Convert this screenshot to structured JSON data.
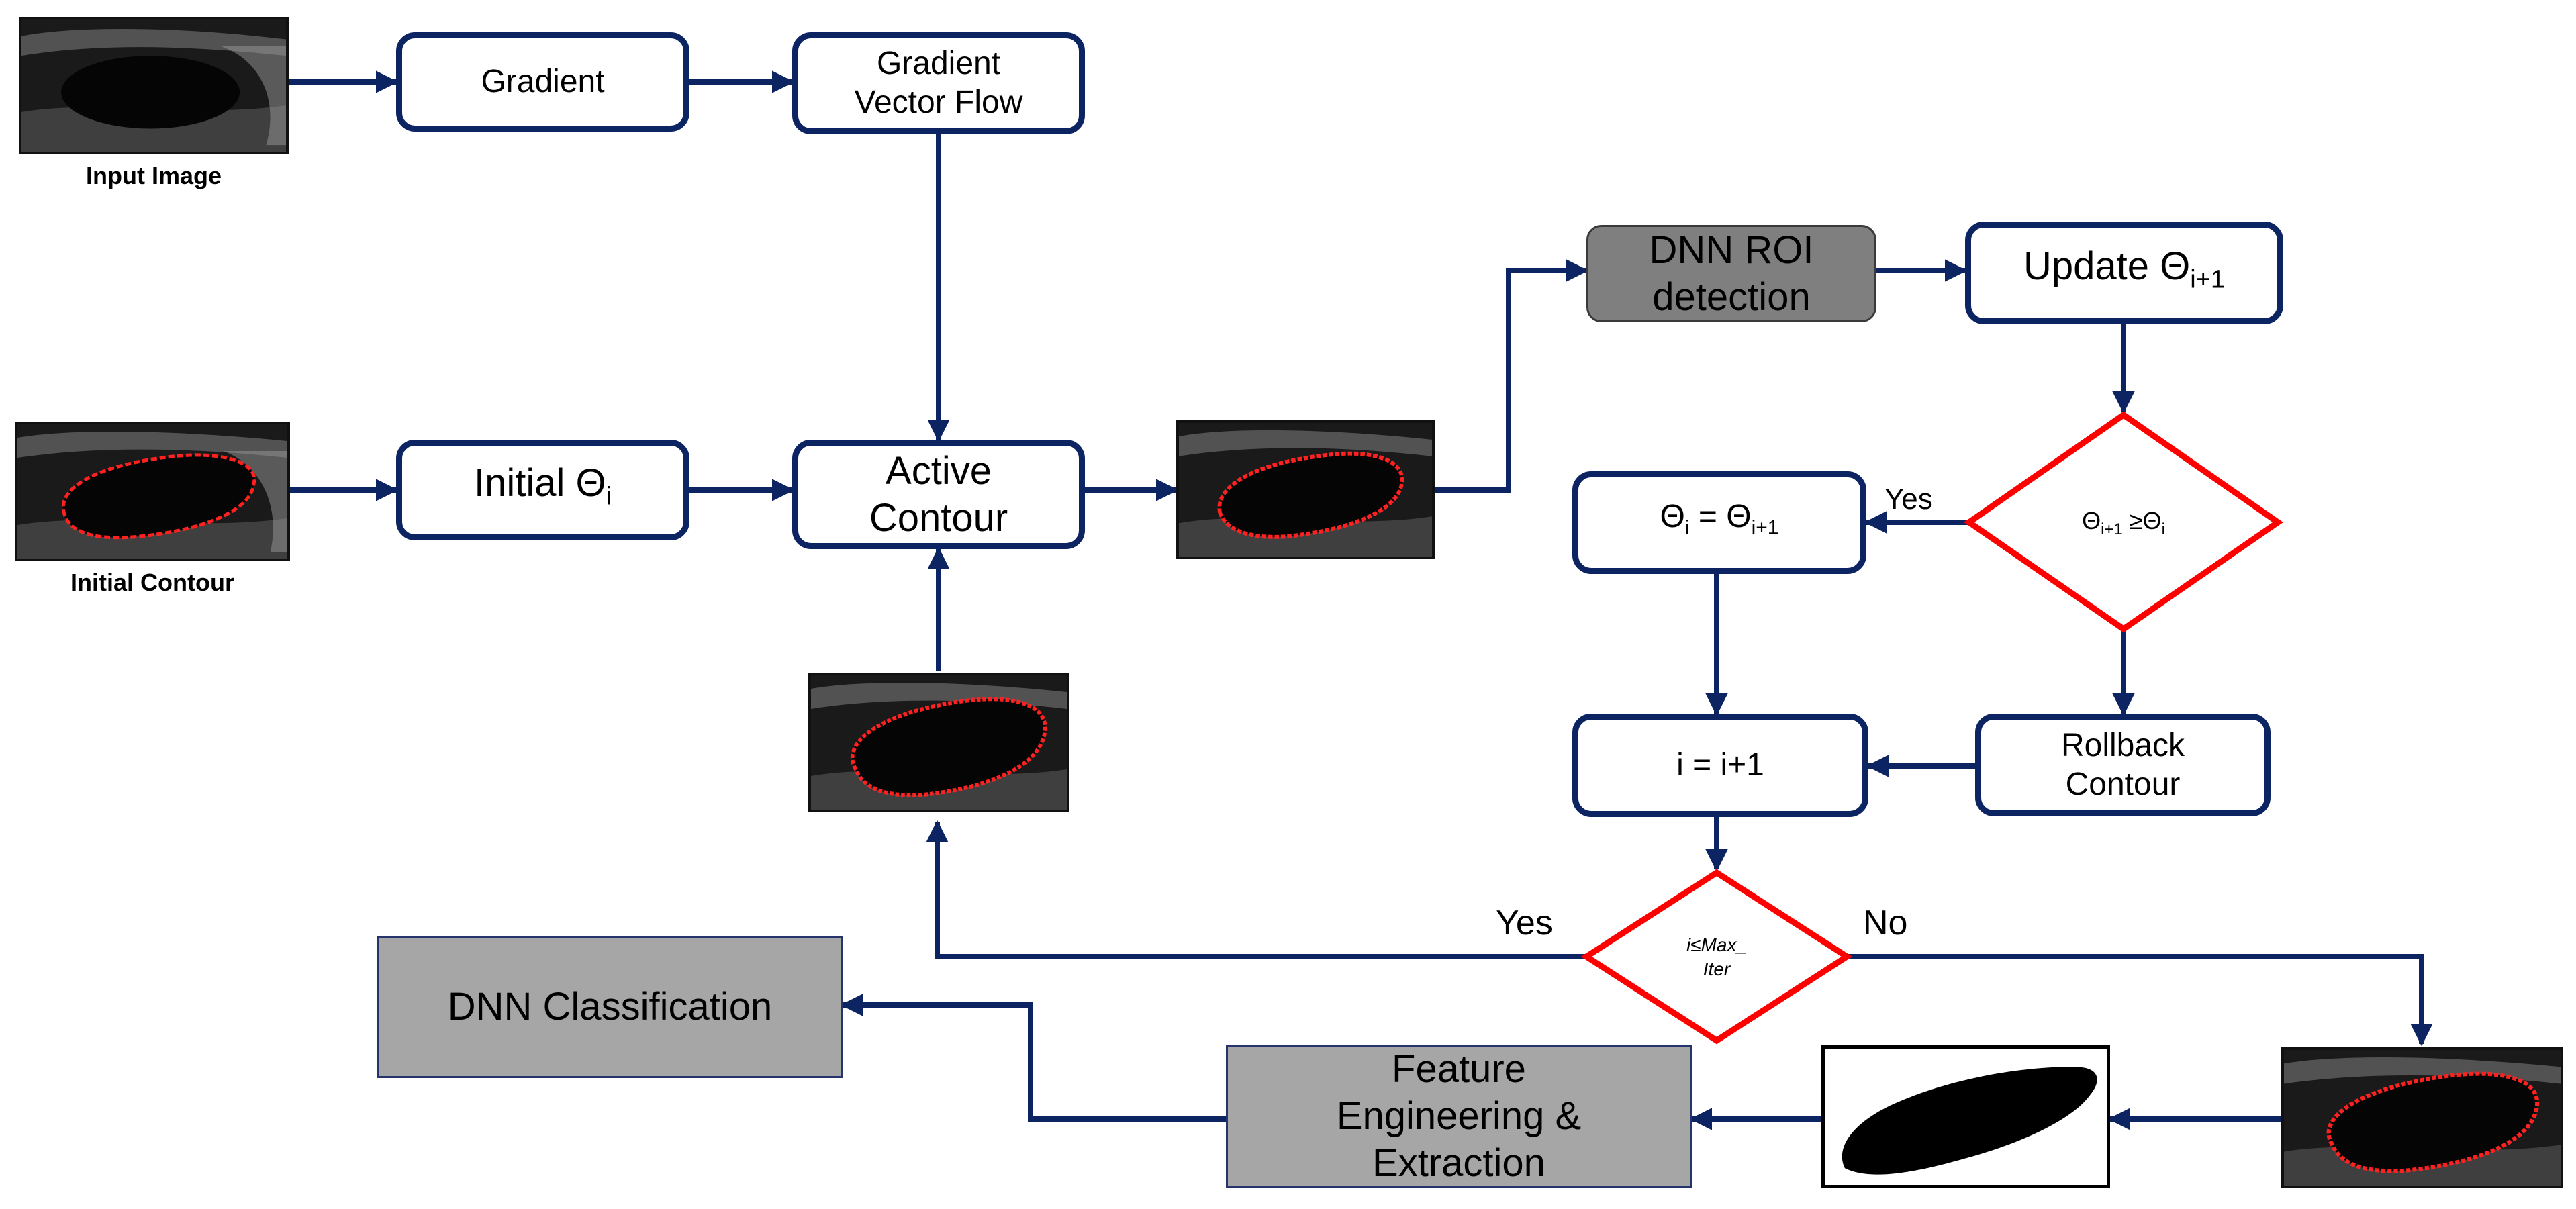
{
  "captions": {
    "input_image": "Input Image",
    "initial_contour": "Initial Contour"
  },
  "nodes": {
    "gradient": "Gradient",
    "gvf_line1": "Gradient",
    "gvf_line2": "Vector Flow",
    "initial_theta": "Initial Θ",
    "initial_theta_sub": "i",
    "active_line1": "Active",
    "active_line2": "Contour",
    "dnn_roi_line1": "DNN ROI",
    "dnn_roi_line2": "detection",
    "update": "Update Θ",
    "update_sub": "i+1",
    "theta_assign": "Θ",
    "theta_assign_sub1": "i",
    "theta_assign_eq": " = Θ",
    "theta_assign_sub2": "i+1",
    "increment": "i = i+1",
    "rollback_line1": "Rollback",
    "rollback_line2": "Contour",
    "dnn_class": "DNN Classification",
    "feature_line1": "Feature",
    "feature_line2": "Engineering &",
    "feature_line3": "Extraction"
  },
  "decisions": {
    "compare_a": "Θ",
    "compare_a_sub": "i+1",
    "compare_op": " ≥Θ",
    "compare_b_sub": "i",
    "iter_line1": "i≤Max_",
    "iter_line2": "Iter"
  },
  "edge_labels": {
    "compare_yes": "Yes",
    "iter_yes": "Yes",
    "iter_no": "No"
  },
  "colors": {
    "node_border": "#0d2463",
    "arrow": "#0d2463",
    "decision_border": "#ff0000",
    "contour": "#ff2020",
    "roi_fill": "#7f7f7f",
    "gray_fill": "#a6a6a6"
  },
  "icons": {
    "ultrasound": "ultrasound-scan-thumbnail",
    "mask": "binary-mask-thumbnail"
  }
}
